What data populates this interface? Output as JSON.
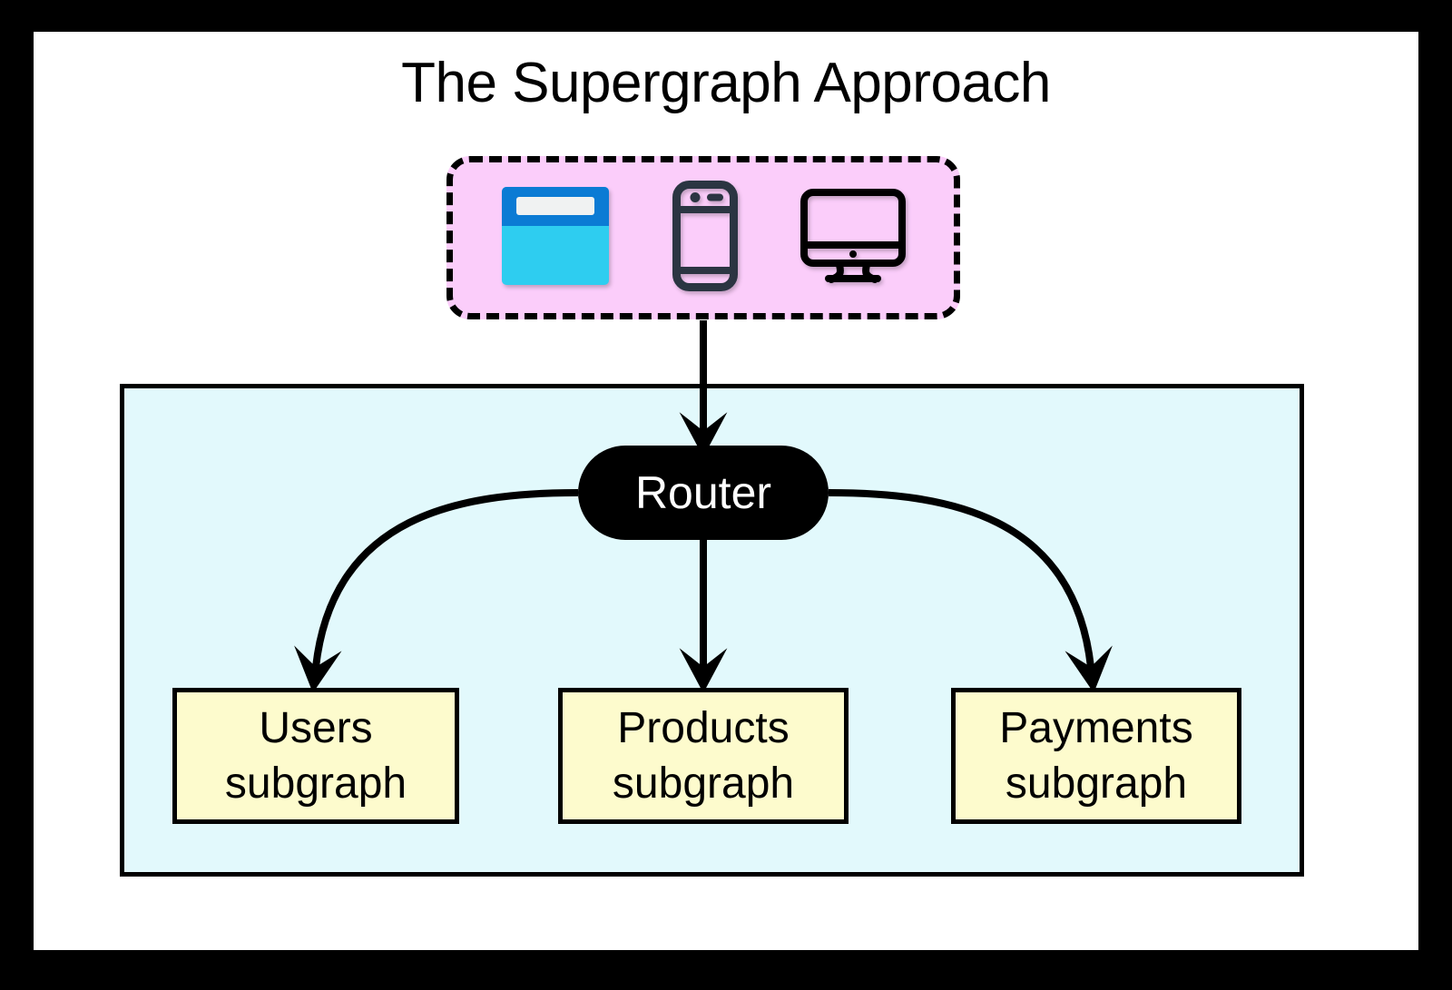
{
  "figure": {
    "title": "The Supergraph Approach",
    "frame_color": "#000000",
    "canvas_color": "#ffffff"
  },
  "clients": {
    "name": "clients",
    "fill": "#fbcdfa",
    "border_style": "dashed",
    "border_color": "#000000",
    "icons": [
      {
        "name": "browser-window-icon",
        "label": "Web browser client",
        "header_color": "#0b7bd4",
        "body_color": "#2ecdf0",
        "bar_color": "#f0f2f2"
      },
      {
        "name": "mobile-phone-icon",
        "label": "Mobile client",
        "outline_color": "#2b3542"
      },
      {
        "name": "desktop-monitor-icon",
        "label": "Desktop client",
        "outline_color": "#000000"
      }
    ]
  },
  "supergraph": {
    "name": "supergraph",
    "fill": "#e2f9fc",
    "border_color": "#000000",
    "router": {
      "label": "Router",
      "fill": "#000000",
      "text_color": "#ffffff"
    },
    "subgraphs": [
      {
        "id": "users",
        "line1": "Users",
        "line2": "subgraph",
        "fill": "#fdfbcd",
        "border_color": "#000000"
      },
      {
        "id": "products",
        "line1": "Products",
        "line2": "subgraph",
        "fill": "#fdfbcd",
        "border_color": "#000000"
      },
      {
        "id": "payments",
        "line1": "Payments",
        "line2": "subgraph",
        "fill": "#fdfbcd",
        "border_color": "#000000"
      }
    ]
  },
  "edges": [
    {
      "from": "clients",
      "to": "router",
      "style": "straight-down"
    },
    {
      "from": "router",
      "to": "users-subgraph",
      "style": "curve-left"
    },
    {
      "from": "router",
      "to": "products-subgraph",
      "style": "straight-down"
    },
    {
      "from": "router",
      "to": "payments-subgraph",
      "style": "curve-right"
    }
  ]
}
